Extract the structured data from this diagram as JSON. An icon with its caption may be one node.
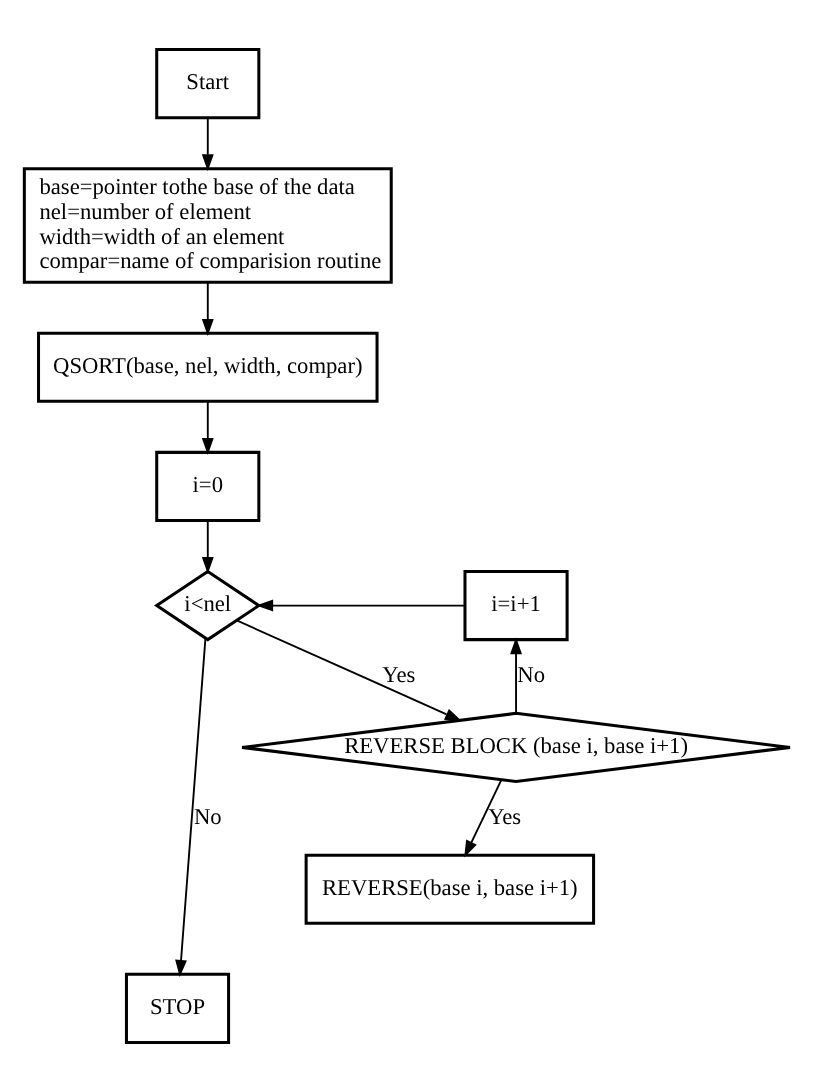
{
  "diagram": {
    "nodes": [
      {
        "text": [
          "Start"
        ]
      },
      {
        "text": [
          "base=pointer tothe base of the data",
          "nel=number of element",
          "width=width of an element",
          "compar=name of comparision routine"
        ]
      },
      {
        "text": [
          "QSORT(base, nel, width, compar)"
        ]
      },
      {
        "text": [
          "i=0"
        ]
      },
      {
        "text": [
          "i<nel"
        ]
      },
      {
        "text": [
          "i=i+1"
        ]
      },
      {
        "text": [
          "REVERSE BLOCK (base i, base i+1)"
        ]
      },
      {
        "text": [
          "REVERSE(base i, base i+1)"
        ]
      },
      {
        "text": [
          "STOP"
        ]
      }
    ],
    "edges": [
      {
        "from": 0,
        "to": 1,
        "arrow": "to"
      },
      {
        "from": 1,
        "to": 2,
        "arrow": "to"
      },
      {
        "from": 2,
        "to": 3,
        "arrow": "to"
      },
      {
        "from": 3,
        "to": 4,
        "arrow": "to"
      },
      {
        "from": 4,
        "to": 8,
        "arrow": "to",
        "label": "No"
      },
      {
        "from": 4,
        "to": 6,
        "arrow": "to",
        "label": "Yes"
      },
      {
        "from": 6,
        "to": 5,
        "arrow": "to",
        "label": "No"
      },
      {
        "from": 5,
        "to": 4,
        "arrow": "to"
      },
      {
        "from": 6,
        "to": 7,
        "arrow": "to",
        "label": "Yes"
      }
    ]
  }
}
